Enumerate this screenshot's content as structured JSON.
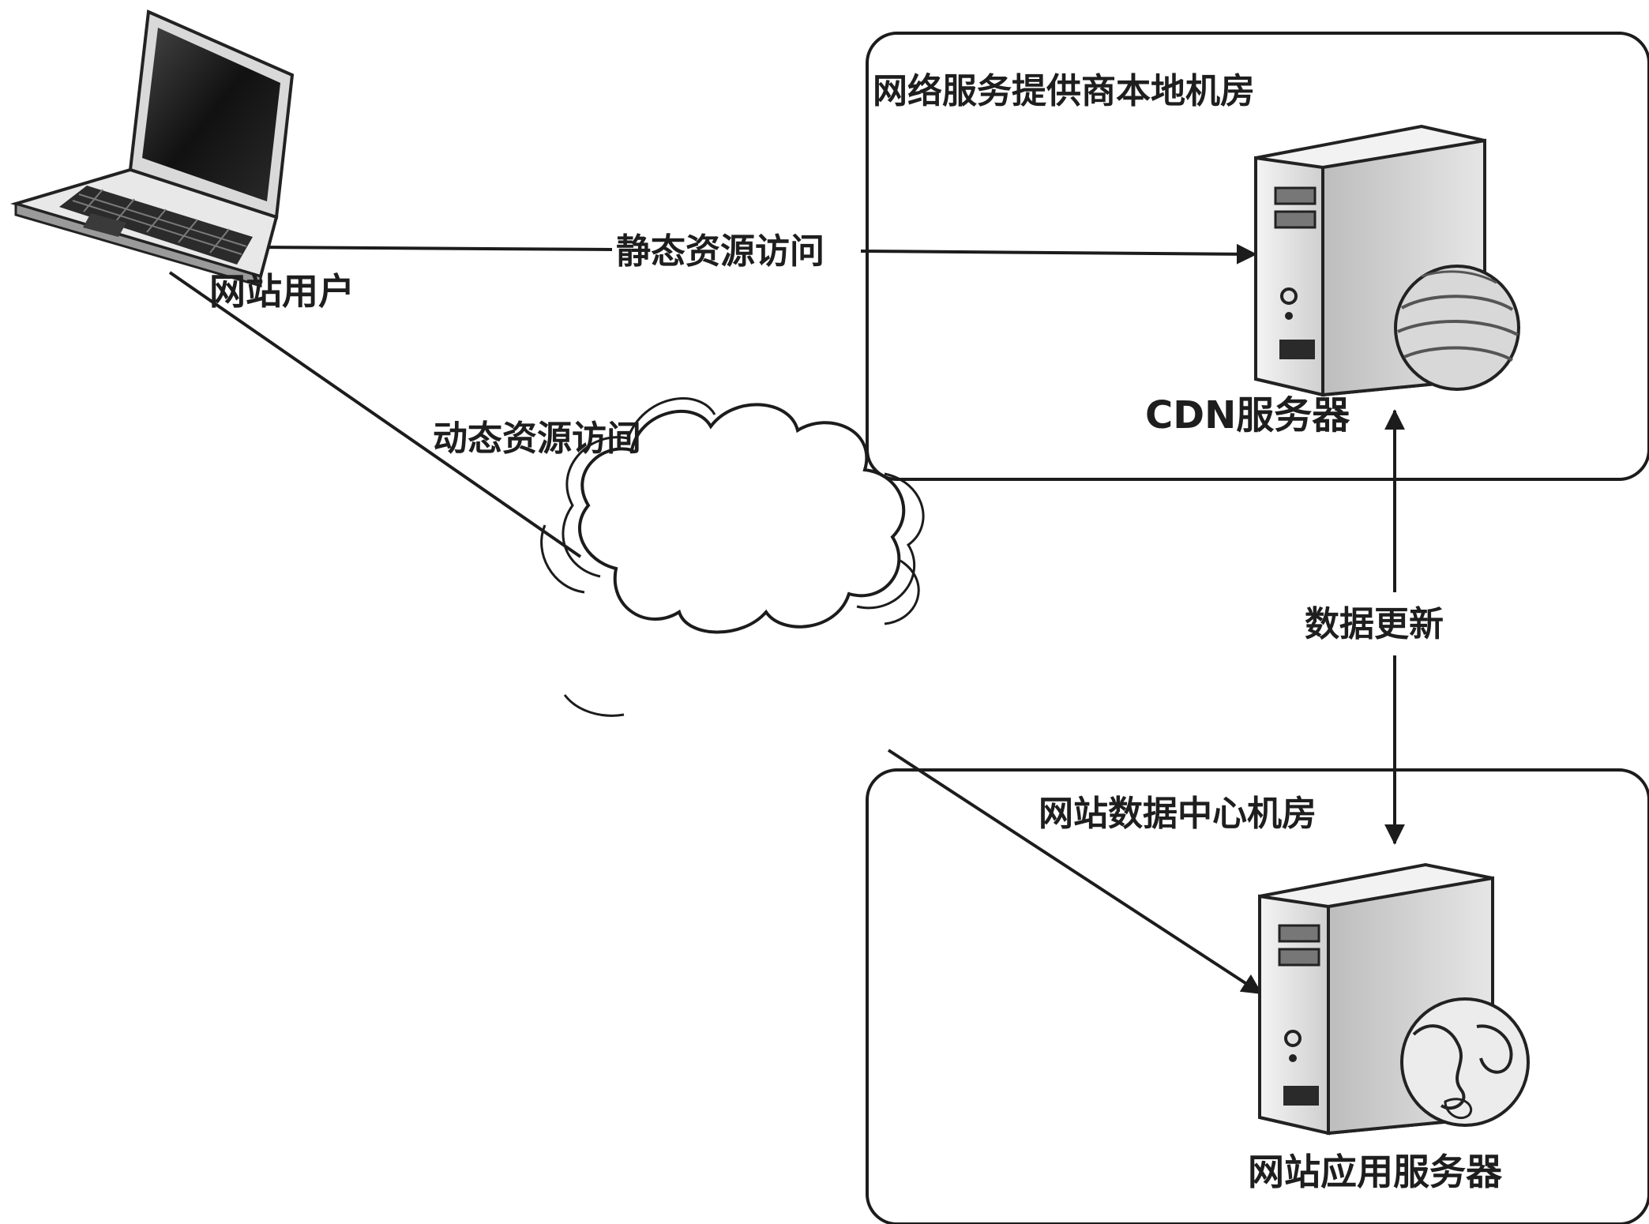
{
  "groups": {
    "isp_room": "网络服务提供商本地机房",
    "data_center": "网站数据中心机房"
  },
  "nodes": {
    "user": "网站用户",
    "cdn_server": "CDN服务器",
    "app_server": "网站应用服务器"
  },
  "edges": {
    "static_access": "静态资源访问",
    "dynamic_access": "动态资源访问",
    "data_update": "数据更新"
  },
  "icons": {
    "user": "laptop-icon",
    "network": "cloud-icon",
    "cdn": "server-tower-icon",
    "app": "server-tower-icon"
  }
}
